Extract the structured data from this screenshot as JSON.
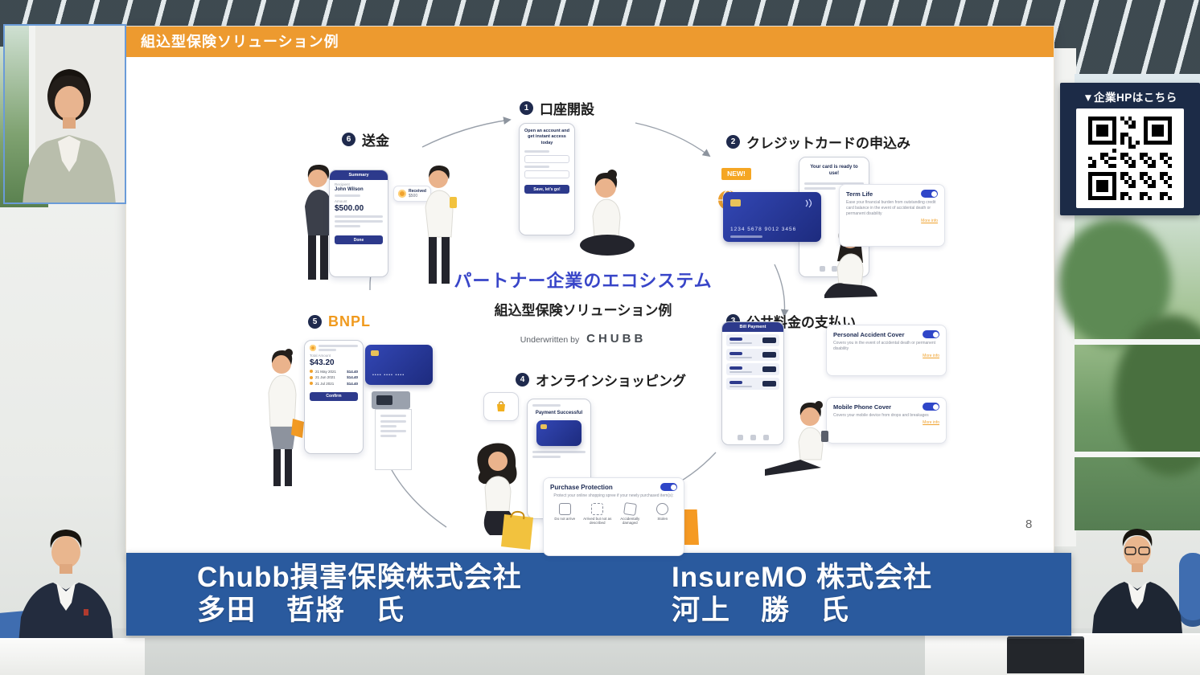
{
  "slide": {
    "header_title": "組込型保険ソリューション例",
    "page_number": "8",
    "center": {
      "title": "パートナー企業のエコシステム",
      "subtitle": "組込型保険ソリューション例",
      "underwritten_by": "Underwritten by",
      "brand": "CHUBB"
    },
    "steps": {
      "account": {
        "num": "1",
        "label": "口座開設"
      },
      "credit": {
        "num": "2",
        "label": "クレジットカードの申込み"
      },
      "utility": {
        "num": "3",
        "label": "公共料金の支払い"
      },
      "shopping": {
        "num": "4",
        "label": "オンラインショッピング"
      },
      "bnpl": {
        "num": "5",
        "label": "BNPL"
      },
      "remit": {
        "num": "6",
        "label": "送金"
      }
    },
    "remit": {
      "phone_header": "Summary",
      "recipient_label": "Recipient",
      "recipient_name": "John Wilson",
      "amount_label": "Amount",
      "amount": "$500.00",
      "done_button": "Done",
      "badge_line1": "Received",
      "badge_line2": "$500"
    },
    "account": {
      "headline": "Open an account and get instant access today",
      "cta": "Save, let's go!"
    },
    "credit": {
      "new_tag": "NEW!",
      "ready_text": "Your card is ready to use!",
      "card_number": "1234 5678 9012 3456",
      "cover": {
        "title": "Term Life",
        "desc": "Ease your financial burden from outstanding credit card balance in the event of accidental death or permanent disability",
        "more": "More info"
      }
    },
    "utility": {
      "phone_header": "Bill Payment",
      "covers": [
        {
          "title": "Personal Accident Cover",
          "desc": "Covers you in the event of accidental death or permanent disability",
          "more": "More info"
        },
        {
          "title": "Mobile Phone Cover",
          "desc": "Covers your mobile device from drops and breakages",
          "more": "More info"
        }
      ]
    },
    "shopping": {
      "phone_header": "Payment Successful",
      "cover_title": "Purchase Protection",
      "cover_desc": "Protect your online shopping spree if your newly purchased item(s):",
      "options": [
        "Do not arrive",
        "Arrived but not as described",
        "Accidentally damaged",
        "Stolen"
      ]
    },
    "bnpl": {
      "total_label": "Total Amount",
      "amount": "$43.20",
      "installments": [
        {
          "date": "21 May 2021",
          "amt": "$14.40"
        },
        {
          "date": "21 Jun 2021",
          "amt": "$14.40"
        },
        {
          "date": "21 Jul 2021",
          "amt": "$14.40"
        }
      ],
      "confirm_button": "Confirm"
    }
  },
  "qr_panel": {
    "label": "▼企業HPはこちら"
  },
  "banner": {
    "left": {
      "company": "Chubb損害保険株式会社",
      "person": "多田　哲將　氏"
    },
    "right": {
      "company": "InsureMO 株式会社",
      "person": "河上　勝　氏"
    }
  },
  "colors": {
    "slide_header_orange": "#ED9A2F",
    "banner_blue": "#2A5A9E",
    "qr_navy": "#1C2B47",
    "title_blue": "#3845C8",
    "toggle_blue": "#2F46C8",
    "phone_blue": "#2D3A8C",
    "accent_orange": "#F0A22E"
  }
}
